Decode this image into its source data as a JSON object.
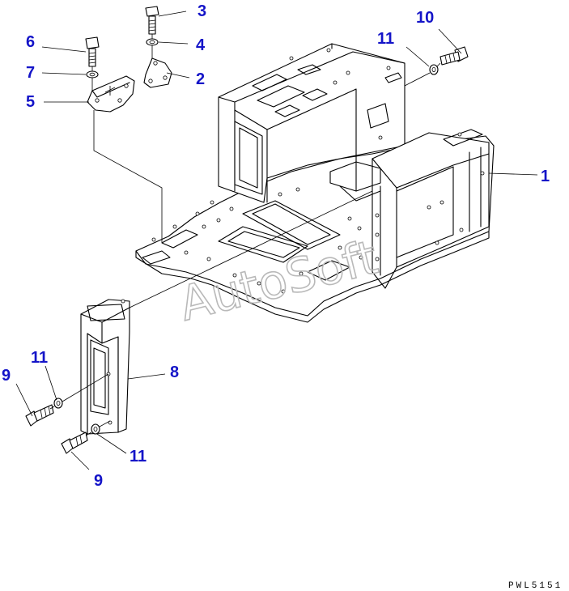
{
  "callouts": {
    "c1": "1",
    "c2": "2",
    "c3": "3",
    "c4": "4",
    "c5": "5",
    "c6": "6",
    "c7": "7",
    "c8": "8",
    "c9a": "9",
    "c9b": "9",
    "c10": "10",
    "c11a": "11",
    "c11b": "11",
    "c11c": "11"
  },
  "watermark": "AutoSoft",
  "drawing_code": "PWL5151",
  "colors": {
    "callout": "#1414c8",
    "line": "#000000",
    "watermark": "#b9b9b9"
  }
}
